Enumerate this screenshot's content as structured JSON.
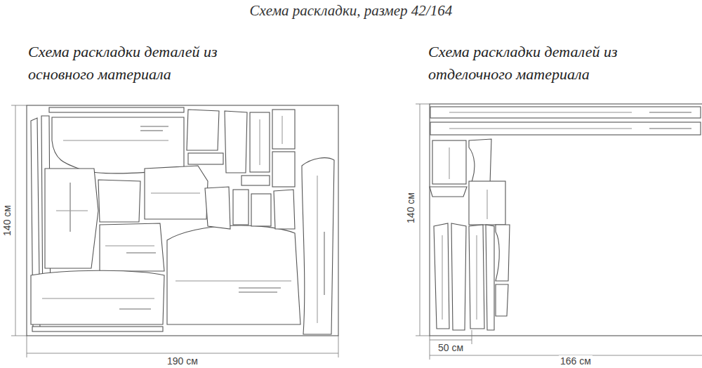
{
  "diagram": {
    "title": "Схема раскладки, размер 42/164",
    "labels": [
      "Схема раскладки деталей из основного материала",
      "Схема раскладки деталей из отделочного материала",
      "140 см",
      "190 см",
      "140 см",
      "50 см",
      "166 см"
    ]
  }
}
